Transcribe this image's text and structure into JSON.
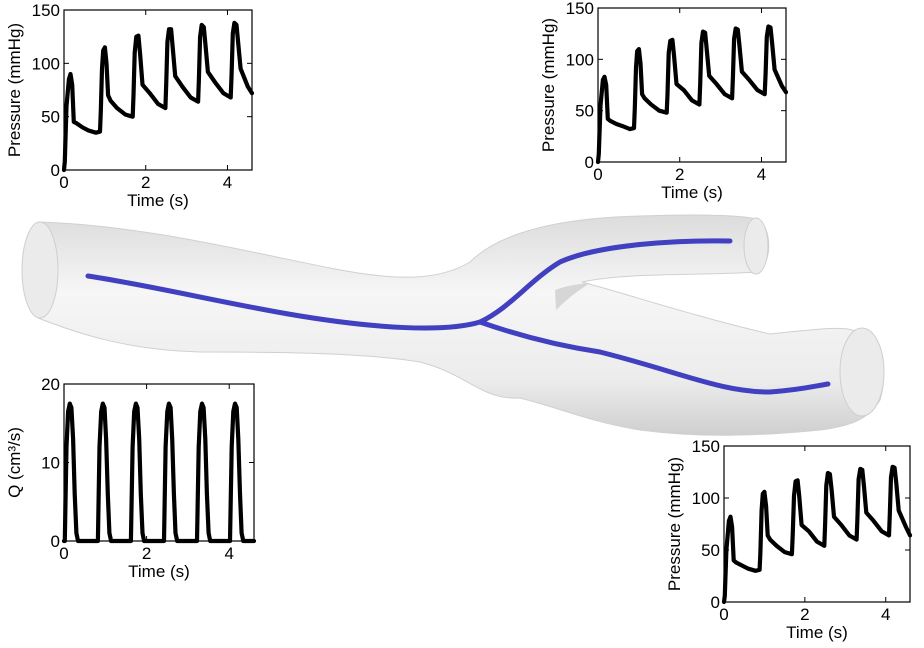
{
  "chart_data": [
    {
      "id": "pressure-top-left",
      "type": "line",
      "title": "",
      "xlabel": "Time (s)",
      "ylabel": "Pressure (mmHg)",
      "xlim": [
        0,
        4.6
      ],
      "ylim": [
        0,
        150
      ],
      "xticks": [
        0,
        2,
        4
      ],
      "yticks": [
        0,
        50,
        100,
        150
      ],
      "grid": false,
      "series": [
        {
          "color": "#000000",
          "x": [
            0,
            0.02,
            0.06,
            0.12,
            0.16,
            0.2,
            0.24,
            0.3,
            0.45,
            0.6,
            0.78,
            0.88,
            0.9,
            0.93,
            0.96,
            1.0,
            1.04,
            1.08,
            1.14,
            1.3,
            1.5,
            1.68,
            1.7,
            1.73,
            1.77,
            1.82,
            1.86,
            1.92,
            2.1,
            2.3,
            2.48,
            2.5,
            2.53,
            2.57,
            2.62,
            2.66,
            2.72,
            2.9,
            3.1,
            3.28,
            3.3,
            3.33,
            3.37,
            3.42,
            3.46,
            3.52,
            3.7,
            3.9,
            4.08,
            4.1,
            4.13,
            4.17,
            4.22,
            4.26,
            4.32,
            4.5,
            4.6
          ],
          "y": [
            0,
            8,
            60,
            85,
            90,
            80,
            45,
            44,
            40,
            37,
            35,
            36,
            55,
            95,
            112,
            115,
            100,
            70,
            65,
            58,
            52,
            50,
            70,
            110,
            125,
            126,
            110,
            80,
            72,
            62,
            58,
            80,
            120,
            132,
            132,
            115,
            88,
            78,
            68,
            64,
            85,
            125,
            136,
            134,
            118,
            92,
            82,
            72,
            68,
            90,
            128,
            138,
            136,
            120,
            95,
            78,
            72
          ]
        }
      ]
    },
    {
      "id": "pressure-top-right",
      "type": "line",
      "title": "",
      "xlabel": "Time (s)",
      "ylabel": "Pressure (mmHg)",
      "xlim": [
        0,
        4.6
      ],
      "ylim": [
        0,
        150
      ],
      "xticks": [
        0,
        2,
        4
      ],
      "yticks": [
        0,
        50,
        100,
        150
      ],
      "grid": false,
      "series": [
        {
          "color": "#000000",
          "x": [
            0,
            0.02,
            0.06,
            0.12,
            0.16,
            0.2,
            0.24,
            0.3,
            0.45,
            0.6,
            0.78,
            0.88,
            0.9,
            0.93,
            0.96,
            1.0,
            1.04,
            1.08,
            1.14,
            1.3,
            1.5,
            1.68,
            1.7,
            1.73,
            1.77,
            1.82,
            1.86,
            1.92,
            2.1,
            2.3,
            2.48,
            2.5,
            2.53,
            2.57,
            2.62,
            2.66,
            2.72,
            2.9,
            3.1,
            3.28,
            3.3,
            3.33,
            3.37,
            3.42,
            3.46,
            3.52,
            3.7,
            3.9,
            4.08,
            4.1,
            4.13,
            4.17,
            4.22,
            4.26,
            4.32,
            4.5,
            4.6
          ],
          "y": [
            0,
            8,
            55,
            80,
            83,
            75,
            42,
            40,
            37,
            35,
            32,
            33,
            52,
            92,
            108,
            110,
            96,
            66,
            62,
            56,
            50,
            48,
            66,
            106,
            118,
            119,
            104,
            76,
            70,
            60,
            56,
            76,
            116,
            127,
            126,
            110,
            84,
            76,
            66,
            62,
            82,
            120,
            130,
            129,
            114,
            88,
            80,
            70,
            66,
            86,
            122,
            132,
            131,
            116,
            90,
            74,
            68
          ]
        }
      ]
    },
    {
      "id": "flow-bottom-left",
      "type": "line",
      "title": "",
      "xlabel": "Time (s)",
      "ylabel": "Q (cm³/s)",
      "xlim": [
        0,
        4.6
      ],
      "ylim": [
        0,
        20
      ],
      "xticks": [
        0,
        2,
        4
      ],
      "yticks": [
        0,
        10,
        20
      ],
      "grid": false,
      "series": [
        {
          "color": "#000000",
          "x": [
            0,
            0.02,
            0.06,
            0.1,
            0.14,
            0.18,
            0.22,
            0.26,
            0.3,
            0.34,
            0.8,
            0.82,
            0.86,
            0.9,
            0.94,
            0.98,
            1.02,
            1.06,
            1.1,
            1.14,
            1.6,
            1.62,
            1.66,
            1.7,
            1.74,
            1.78,
            1.82,
            1.86,
            1.9,
            1.94,
            2.4,
            2.42,
            2.46,
            2.5,
            2.54,
            2.58,
            2.62,
            2.66,
            2.7,
            2.74,
            3.2,
            3.22,
            3.26,
            3.3,
            3.34,
            3.38,
            3.42,
            3.46,
            3.5,
            3.54,
            4.0,
            4.02,
            4.06,
            4.1,
            4.14,
            4.18,
            4.22,
            4.26,
            4.3,
            4.34,
            4.6
          ],
          "y": [
            0,
            0,
            12,
            16.5,
            17.5,
            17,
            13,
            6,
            1,
            0,
            0,
            0,
            12,
            16.5,
            17.5,
            17,
            13,
            6,
            1,
            0,
            0,
            0,
            12,
            16.5,
            17.5,
            17,
            13,
            6,
            1,
            0,
            0,
            0,
            12,
            16.5,
            17.5,
            17,
            13,
            6,
            1,
            0,
            0,
            0,
            12,
            16.5,
            17.5,
            17,
            13,
            6,
            1,
            0,
            0,
            0,
            12,
            16.5,
            17.5,
            17,
            13,
            6,
            1,
            0,
            0
          ]
        }
      ]
    },
    {
      "id": "pressure-bottom-right",
      "type": "line",
      "title": "",
      "xlabel": "Time (s)",
      "ylabel": "Pressure (mmHg)",
      "xlim": [
        0,
        4.6
      ],
      "ylim": [
        0,
        150
      ],
      "xticks": [
        0,
        2,
        4
      ],
      "yticks": [
        0,
        50,
        100,
        150
      ],
      "grid": false,
      "series": [
        {
          "color": "#000000",
          "x": [
            0,
            0.02,
            0.06,
            0.12,
            0.16,
            0.2,
            0.24,
            0.3,
            0.45,
            0.6,
            0.78,
            0.88,
            0.9,
            0.93,
            0.96,
            1.0,
            1.04,
            1.08,
            1.14,
            1.3,
            1.5,
            1.68,
            1.7,
            1.73,
            1.77,
            1.82,
            1.86,
            1.92,
            2.1,
            2.3,
            2.48,
            2.5,
            2.53,
            2.57,
            2.62,
            2.66,
            2.72,
            2.9,
            3.1,
            3.28,
            3.3,
            3.33,
            3.37,
            3.42,
            3.46,
            3.52,
            3.7,
            3.9,
            4.08,
            4.1,
            4.13,
            4.17,
            4.22,
            4.26,
            4.32,
            4.5,
            4.6
          ],
          "y": [
            0,
            6,
            50,
            78,
            82,
            72,
            40,
            38,
            35,
            32,
            30,
            31,
            48,
            88,
            104,
            106,
            92,
            64,
            60,
            54,
            48,
            46,
            64,
            102,
            116,
            117,
            102,
            74,
            68,
            58,
            54,
            74,
            112,
            124,
            123,
            108,
            82,
            74,
            64,
            60,
            80,
            118,
            128,
            127,
            112,
            86,
            78,
            68,
            64,
            84,
            120,
            130,
            129,
            114,
            88,
            72,
            64
          ]
        }
      ]
    }
  ],
  "vessel": {
    "surface_color": "#f1f1f1",
    "centerline_color": "#4040c0"
  }
}
